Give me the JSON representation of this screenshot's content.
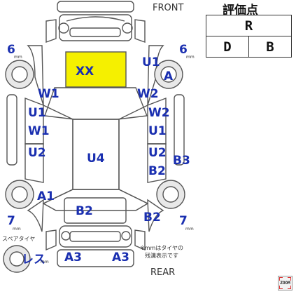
{
  "labels": {
    "front": "FRONT",
    "rear": "REAR",
    "spare_tire": "スペアタイヤ",
    "tire_note_line1": "※mmはタイヤの",
    "tire_note_line2": "残溝表示です",
    "mm": "mm"
  },
  "tires": {
    "front_left_depth": "6",
    "front_right_depth": "6",
    "rear_left_depth": "7",
    "rear_right_depth": "7",
    "spare": "レス"
  },
  "damage": {
    "hood": "XX",
    "right_front_fender_upper": "U1",
    "right_front_tire": "A",
    "left_a_pillar": "W1",
    "right_a_pillar": "W2",
    "left_front_door_1": "U1",
    "left_front_door_2": "W1",
    "right_front_door_1": "W2",
    "right_front_door_2": "U1",
    "left_rear_door": "U2",
    "roof": "U4",
    "right_rear_door_1": "U2",
    "right_rear_door_2": "B2",
    "right_side_sill": "B3",
    "left_rear_fender": "A1",
    "trunk": "B2",
    "right_rear_fender": "B2",
    "rear_bumper_left": "A3",
    "rear_bumper_right": "A3"
  },
  "grade": {
    "title": "評価点",
    "overall": "R",
    "interior": "D",
    "exterior": "B"
  },
  "zoom": {
    "label": "ZOOM"
  },
  "colors": {
    "label": "#1a2fb0",
    "hood_highlight": "#f5f000",
    "outline": "#555555"
  }
}
